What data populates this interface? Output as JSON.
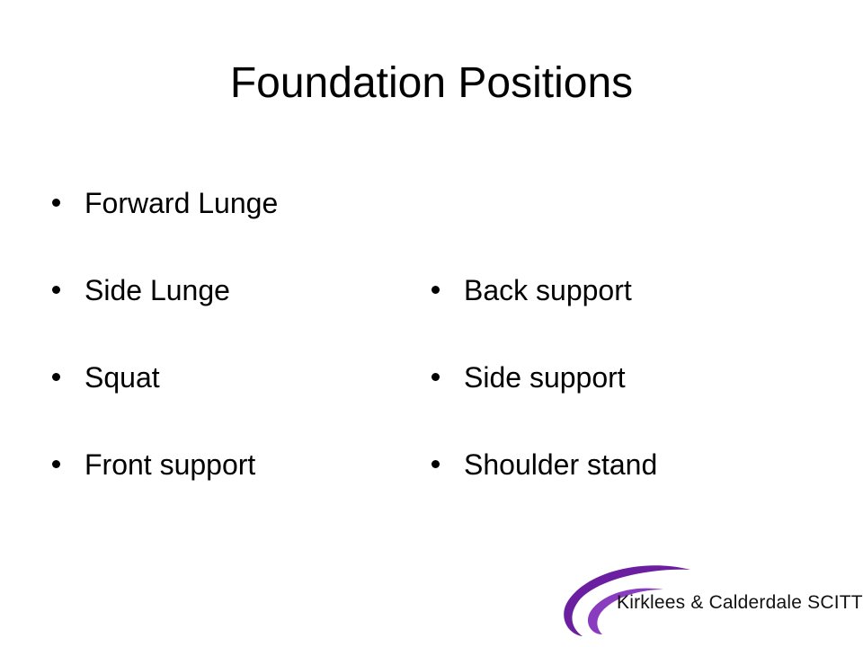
{
  "slide": {
    "title": "Foundation Positions"
  },
  "left_column": {
    "items": [
      {
        "label": "Forward Lunge"
      },
      {
        "label": "Side Lunge"
      },
      {
        "label": "Squat"
      },
      {
        "label": "Front support"
      }
    ]
  },
  "right_column": {
    "items": [
      {
        "label": "Back support"
      },
      {
        "label": "Side support"
      },
      {
        "label": "Shoulder stand"
      }
    ]
  },
  "logo": {
    "text": "Kirklees & Calderdale SCITT",
    "icon": "swoosh-logo-icon",
    "color": "#6b1fa0"
  }
}
